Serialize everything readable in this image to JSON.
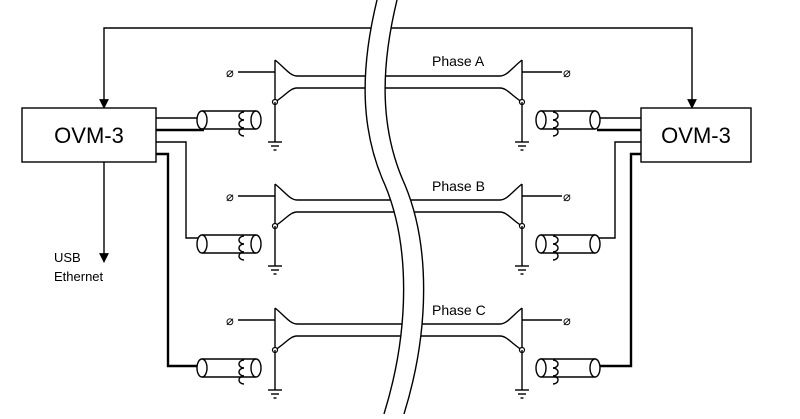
{
  "devices": {
    "left": {
      "label": "OVM-3"
    },
    "right": {
      "label": "OVM-3"
    }
  },
  "phases": [
    {
      "label": "Phase  A"
    },
    {
      "label": "Phase  B"
    },
    {
      "label": "Phase  C"
    }
  ],
  "outputs": {
    "line1": "USB",
    "line2": "Ethernet"
  },
  "terminal_symbol": "⌀"
}
